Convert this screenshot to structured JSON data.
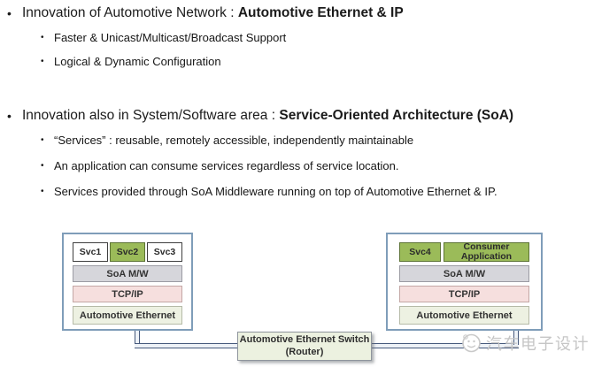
{
  "slide": {
    "bullets": [
      {
        "lead": "Innovation of Automotive Network : ",
        "emphasis": "Automotive Ethernet & IP",
        "subs": [
          "Faster & Unicast/Multicast/Broadcast Support",
          "Logical & Dynamic Configuration"
        ]
      },
      {
        "lead": "Innovation also in System/Software area : ",
        "emphasis": "Service-Oriented Architecture (SoA)",
        "subs": [
          "“Services” : reusable, remotely accessible, independently maintainable",
          "An application can consume services regardless of service location.",
          "Services provided through SoA Middleware running on top of Automotive Ethernet & IP."
        ]
      }
    ],
    "bullet_marker": "•"
  },
  "diagram": {
    "left_stack": {
      "services": [
        {
          "label": "Svc1",
          "highlight": false
        },
        {
          "label": "Svc2",
          "highlight": true
        },
        {
          "label": "Svc3",
          "highlight": false
        }
      ],
      "layers": [
        "SoA M/W",
        "TCP/IP",
        "Automotive Ethernet"
      ]
    },
    "right_stack": {
      "services": [
        {
          "label": "Svc4",
          "highlight": true
        },
        {
          "label": "Consumer Application",
          "highlight": true
        }
      ],
      "layers": [
        "SoA M/W",
        "TCP/IP",
        "Automotive Ethernet"
      ]
    },
    "switch": {
      "line1": "Automotive Ethernet Switch",
      "line2": "(Router)"
    }
  },
  "watermark": {
    "text": "汽车电子设计"
  },
  "colors": {
    "service_green": "#9bbb59",
    "soa_mw_gray": "#d6d6db",
    "tcpip_pink": "#f6dfde",
    "ethernet_light_green": "#edf1e2",
    "stack_border_blue": "#7f9db9",
    "connector_blue": "#46597c",
    "watermark_gray": "#c6c6c6"
  }
}
